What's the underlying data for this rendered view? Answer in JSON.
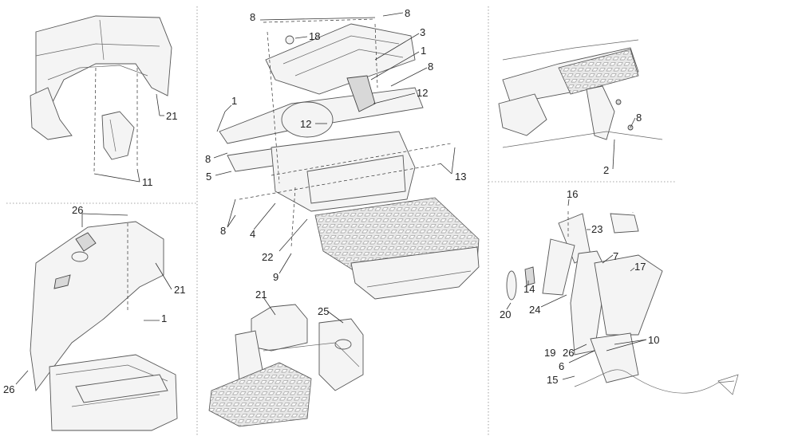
{
  "callouts": {
    "c1a": "1",
    "c1b": "1",
    "c1c": "1",
    "c2": "2",
    "c3": "3",
    "c4": "4",
    "c5": "5",
    "c6": "6",
    "c7": "7",
    "c8a": "8",
    "c8b": "8",
    "c8c": "8",
    "c8d": "8",
    "c8e": "8",
    "c8f": "8",
    "c9": "9",
    "c10": "10",
    "c11": "11",
    "c12a": "12",
    "c12b": "12",
    "c13": "13",
    "c14": "14",
    "c15": "15",
    "c16": "16",
    "c17": "17",
    "c18": "18",
    "c19": "19",
    "c20": "20",
    "c21a": "21",
    "c21b": "21",
    "c21c": "21",
    "c22": "22",
    "c23": "23",
    "c24": "24",
    "c25": "25",
    "c26a": "26",
    "c26b": "26",
    "c26c": "26"
  },
  "colors": {
    "line": "#333333",
    "divider": "#888888",
    "part_fill": "#f4f4f4"
  }
}
